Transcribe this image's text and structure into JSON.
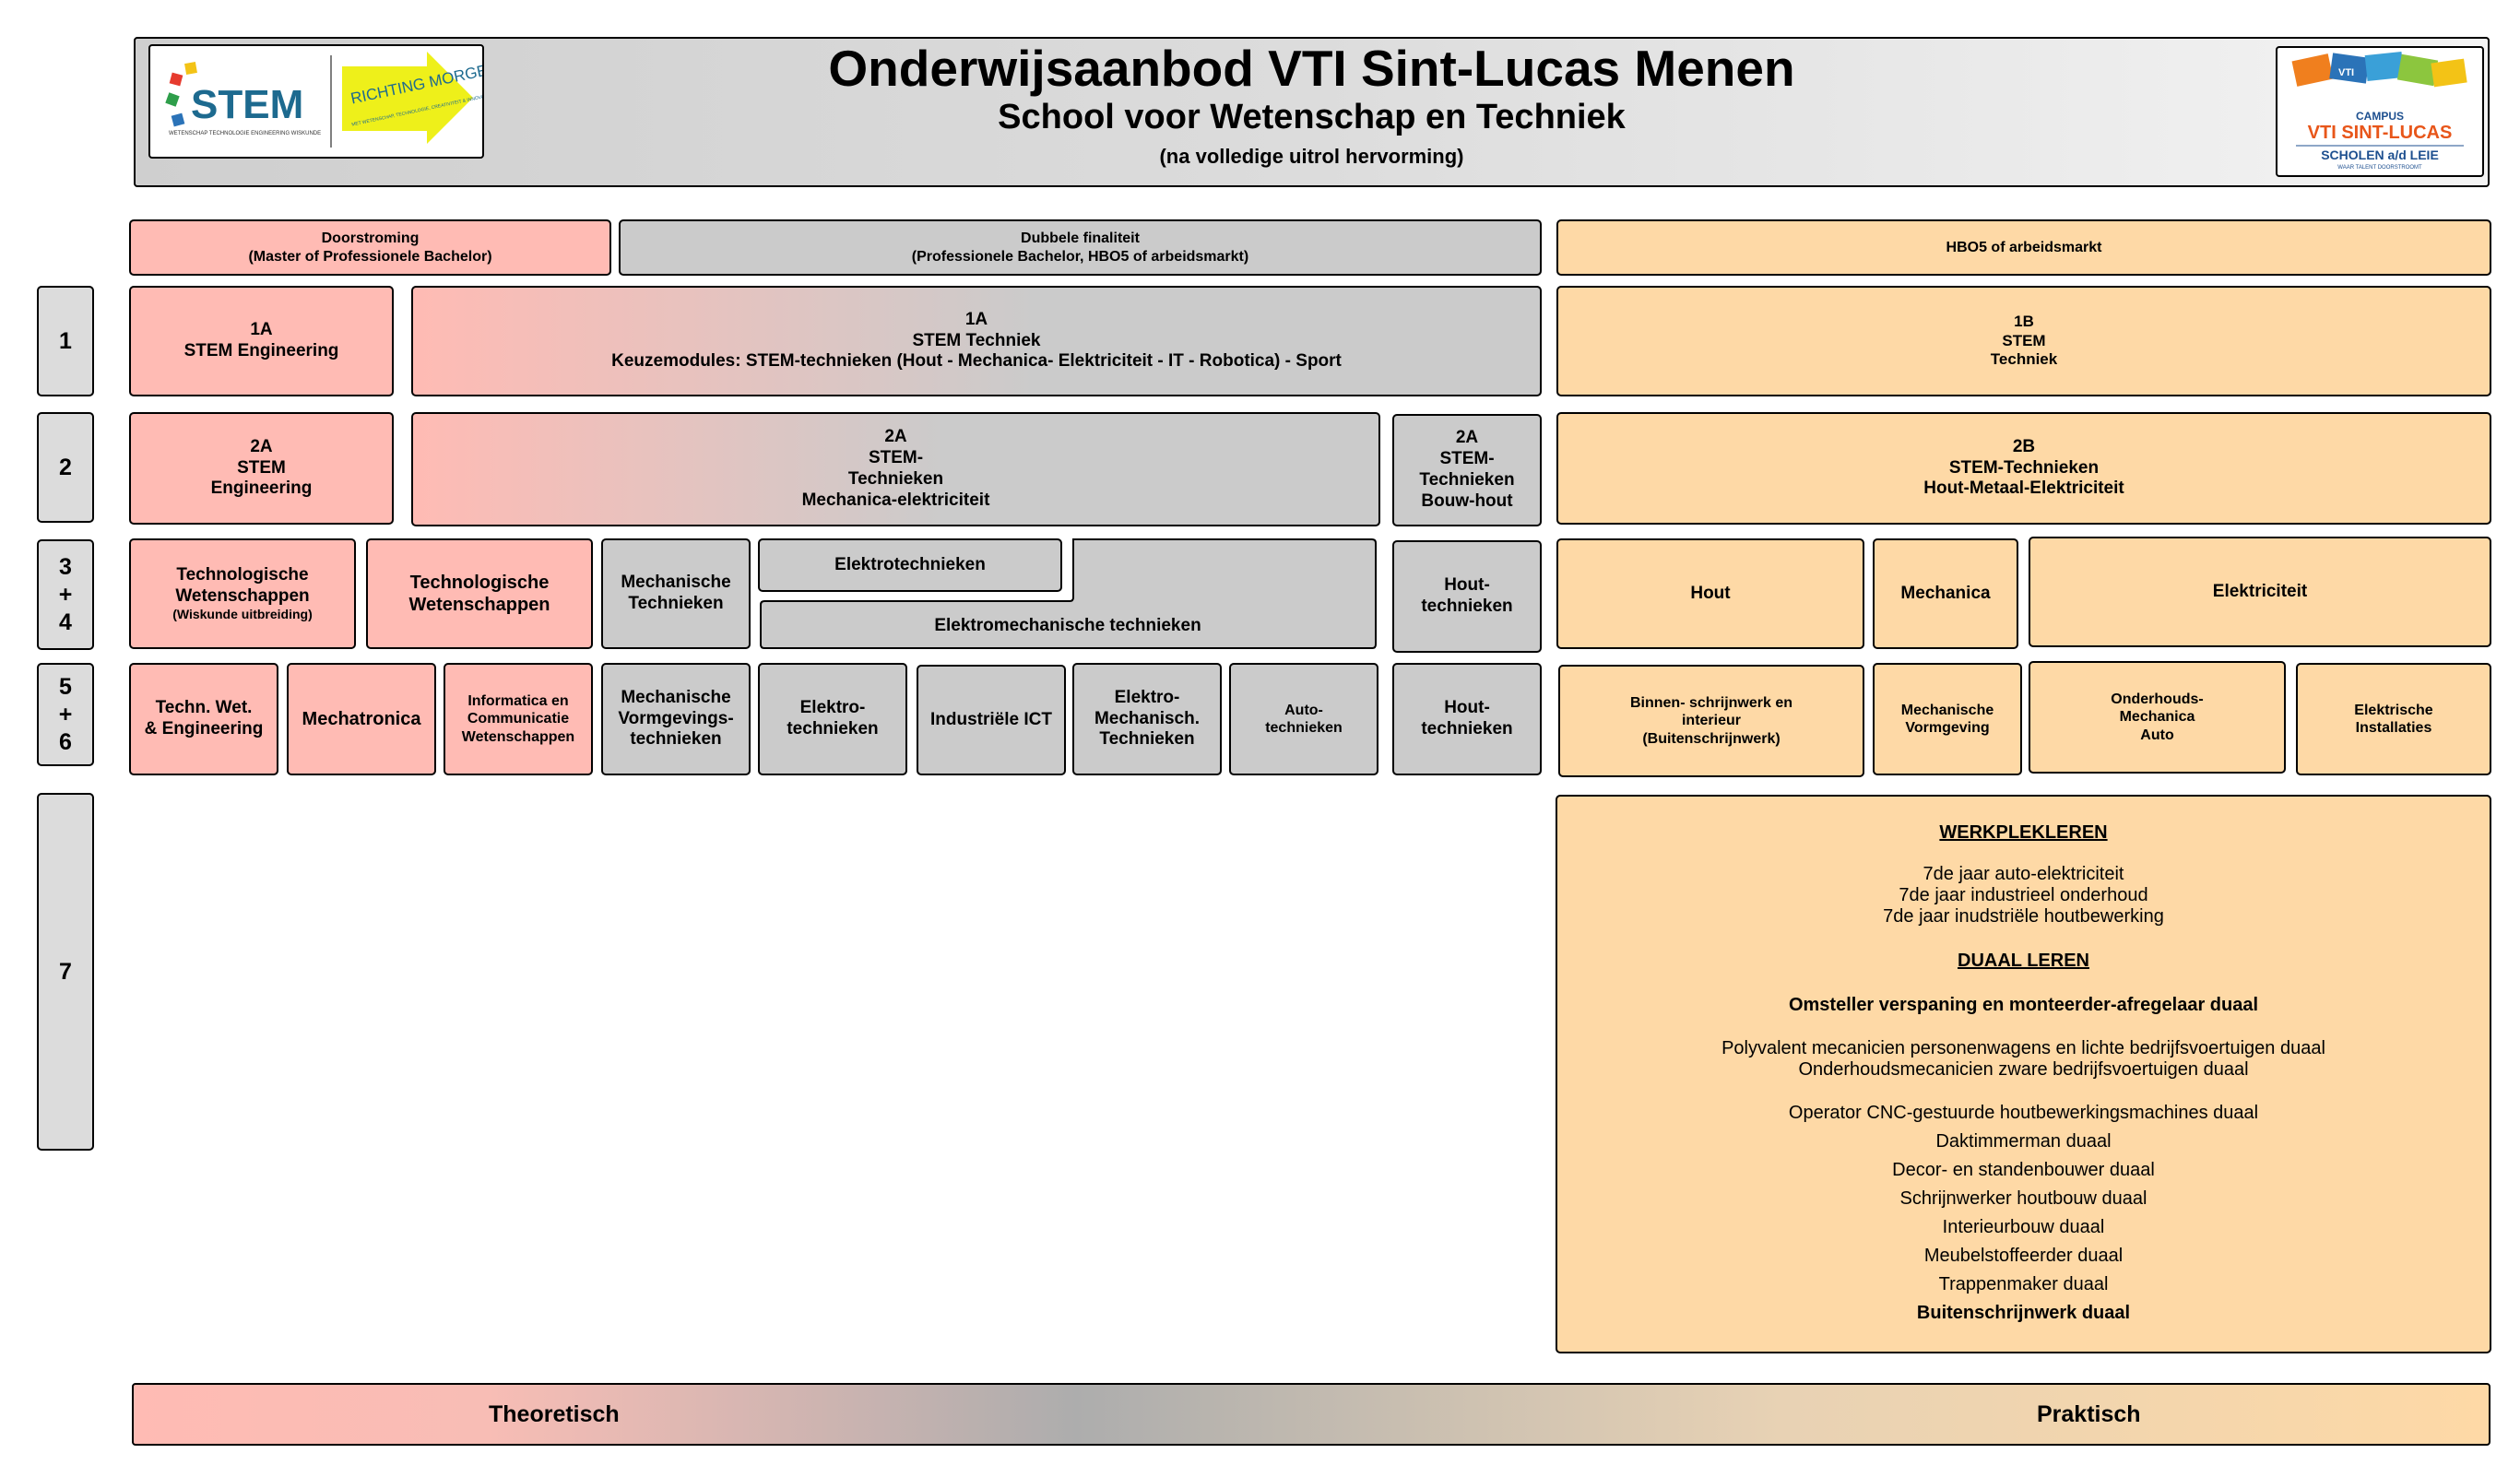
{
  "header": {
    "title": "Onderwijsaanbod VTI Sint-Lucas Menen",
    "subtitle": "School voor Wetenschap en Techniek",
    "note": "(na volledige uitrol hervorming)",
    "logo_left_text": "STEM",
    "logo_left_tagline": "RICHTING MORGEN",
    "logo_left_small": "WETENSCHAP TECHNOLOGIE ENGINEERING WISKUNDE",
    "logo_left_arrow_small": "MET WETENSCHAP, TECHNOLOGIE, CREATIVITEIT & INNOVATIE",
    "logo_right_campus": "CAMPUS",
    "logo_right_name": "VTI SINT-LUCAS",
    "logo_right_group": "SCHOLEN a/d LEIE",
    "logo_right_slogan": "WAAR TALENT DOORSTROOMT",
    "logo_right_badge": "VTI"
  },
  "columns": {
    "doorstroming": [
      "Doorstroming",
      "(Master of Professionele Bachelor)"
    ],
    "dubbele": [
      "Dubbele finaliteit",
      "(Professionele Bachelor, HBO5 of arbeidsmarkt)"
    ],
    "hbo5": "HBO5 of arbeidsmarkt"
  },
  "rows": {
    "r1": "1",
    "r2": "2",
    "r34": [
      "3",
      "+",
      "4"
    ],
    "r56": [
      "5",
      "+",
      "6"
    ],
    "r7": "7"
  },
  "year1": {
    "stem_eng": [
      "1A",
      "STEM Engineering"
    ],
    "stem_tech": [
      "1A",
      "STEM Techniek",
      "Keuzemodules: STEM-technieken (Hout - Mechanica- Elektriciteit - IT - Robotica) - Sport"
    ],
    "b": [
      "1B",
      "STEM",
      "Techniek"
    ]
  },
  "year2": {
    "stem_eng": [
      "2A",
      "STEM",
      "Engineering"
    ],
    "stem_tech": [
      "2A",
      "STEM-",
      "Technieken",
      "Mechanica-elektriciteit"
    ],
    "bouw": [
      "2A",
      "STEM-",
      "Technieken",
      "Bouw-hout"
    ],
    "b": [
      "2B",
      "STEM-Technieken",
      "Hout-Metaal-Elektriciteit"
    ]
  },
  "year34": {
    "techwet_wisk": [
      "Technologische",
      "Wetenschappen",
      "(Wiskunde uitbreiding)"
    ],
    "techwet": [
      "Technologische",
      "Wetenschappen"
    ],
    "mech": [
      "Mechanische",
      "Technieken"
    ],
    "elektro": "Elektrotechnieken",
    "elektromech": "Elektromechanische technieken",
    "hout_tech": [
      "Hout-",
      "technieken"
    ],
    "hout": "Hout",
    "mechanica": "Mechanica",
    "elektriciteit": "Elektriciteit"
  },
  "year56": {
    "techn_wet": [
      "Techn. Wet.",
      "& Engineering"
    ],
    "mechatronica": "Mechatronica",
    "informatica": [
      "Informatica  en",
      "Communicatie",
      "Wetenschappen"
    ],
    "mech_vorm": [
      "Mechanische",
      "Vormgevings-",
      "technieken"
    ],
    "elektro": [
      "Elektro-",
      "technieken"
    ],
    "ict": "Industriële ICT",
    "elektromech": [
      "Elektro-",
      "Mechanisch.",
      "Technieken"
    ],
    "auto": [
      "Auto-",
      "technieken"
    ],
    "hout_tech": [
      "Hout-",
      "technieken"
    ],
    "binnen": [
      "Binnen- schrijnwerk en",
      "interieur",
      "(Buitenschrijnwerk)"
    ],
    "mech_vorm_b": [
      "Mechanische",
      "Vormgeving"
    ],
    "onderhoud": [
      "Onderhouds-",
      "Mechanica",
      "Auto"
    ],
    "elek_inst": [
      "Elektrische",
      "Installaties"
    ]
  },
  "year7": {
    "werkplekleren_title": "WERKPLEKLEREN",
    "werkplekleren": [
      "7de jaar auto-elektriciteit",
      "7de jaar industrieel onderhoud",
      "7de jaar inudstriële houtbewerking"
    ],
    "duaal_title": "DUAAL LEREN",
    "duaal_bold": "Omsteller verspaning en monteerder-afregelaar duaal",
    "duaal_group1": [
      "Polyvalent mecanicien personenwagens en lichte bedrijfsvoertuigen duaal",
      "Onderhoudsmecanicien zware bedrijfsvoertuigen duaal"
    ],
    "duaal_group2": [
      "Operator CNC-gestuurde houtbewerkingsmachines duaal",
      "Daktimmerman duaal",
      "Decor- en standenbouwer duaal",
      "Schrijnwerker houtbouw duaal",
      "Interieurbouw duaal",
      "Meubelstoffeerder duaal",
      "Trappenmaker duaal"
    ],
    "duaal_last": "Buitenschrijnwerk duaal"
  },
  "bar": {
    "left": "Theoretisch",
    "right": "Praktisch"
  },
  "colors": {
    "theoretical": "#ffbbb4",
    "double": "#cbcbcb",
    "practical": "#fed9a6"
  }
}
